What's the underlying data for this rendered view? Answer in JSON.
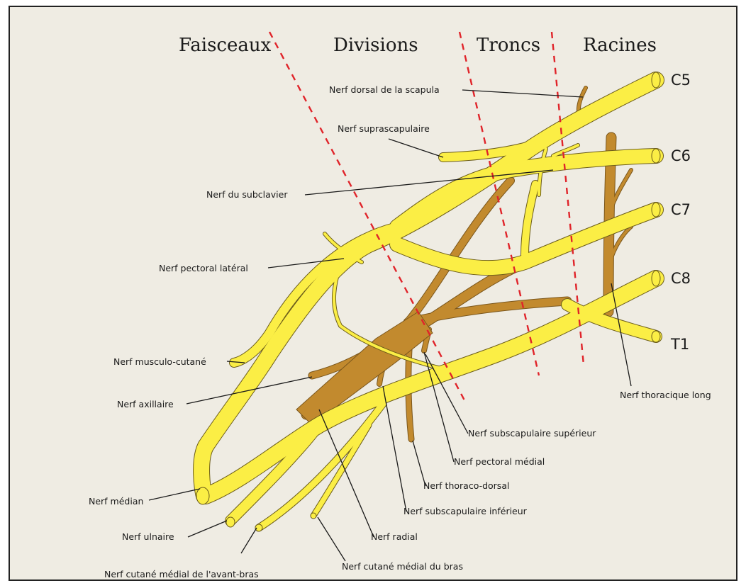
{
  "headers": {
    "faisceaux": "Faisceaux",
    "divisions": "Divisions",
    "troncs": "Troncs",
    "racines": "Racines"
  },
  "roots": {
    "c5": "C5",
    "c6": "C6",
    "c7": "C7",
    "c8": "C8",
    "t1": "T1"
  },
  "labels": {
    "dorsal_scapula": "Nerf dorsal de la scapula",
    "suprascapulaire": "Nerf suprascapulaire",
    "subclavier": "Nerf du subclavier",
    "pectoral_lateral": "Nerf pectoral latéral",
    "musculo_cutane": "Nerf musculo-cutané",
    "axillaire": "Nerf axillaire",
    "median": "Nerf médian",
    "ulnaire": "Nerf ulnaire",
    "cutane_avant_bras": "Nerf cutané médial de l'avant-bras",
    "cutane_bras": "Nerf cutané médial du bras",
    "radial": "Nerf radial",
    "subscap_inf": "Nerf subscapulaire inférieur",
    "thoraco_dorsal": "Nerf thoraco-dorsal",
    "pectoral_medial": "Nerf pectoral médial",
    "subscap_sup": "Nerf subscapulaire supérieur",
    "thoracique_long": "Nerf thoracique long"
  },
  "colors": {
    "background": "#efece3",
    "yellow_nerve": "#fbee45",
    "brown_nerve": "#c28a2e",
    "division_line": "#e0242a"
  }
}
